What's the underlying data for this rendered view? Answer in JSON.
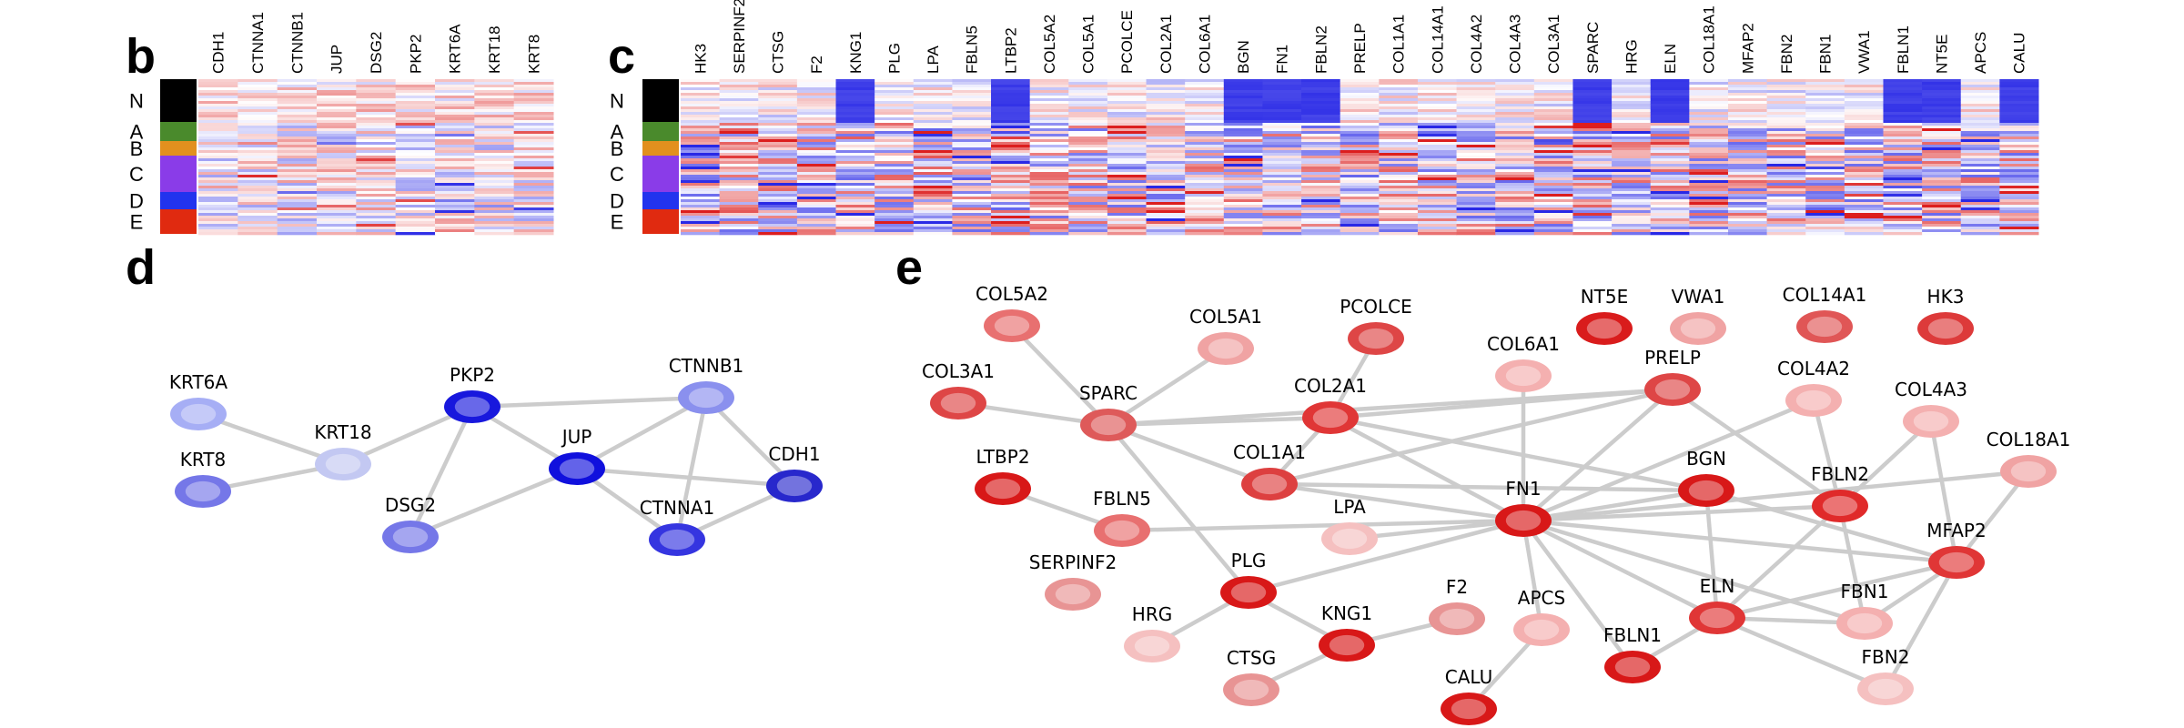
{
  "panels": {
    "b": "b",
    "c": "c",
    "d": "d",
    "e": "e"
  },
  "heatmap_b": {
    "columns": [
      "CDH1",
      "CTNNA1",
      "CTNNB1",
      "JUP",
      "DSG2",
      "PKP2",
      "KRT6A",
      "KRT18",
      "KRT8"
    ]
  },
  "heatmap_c": {
    "columns": [
      "HK3",
      "SERPINF2",
      "CTSG",
      "F2",
      "KNG1",
      "PLG",
      "LPA",
      "FBLN5",
      "LTBP2",
      "COL5A2",
      "COL5A1",
      "PCOLCE",
      "COL2A1",
      "COL6A1",
      "BGN",
      "FN1",
      "FBLN2",
      "PRELP",
      "COL1A1",
      "COL14A1",
      "COL4A2",
      "COL4A3",
      "COL3A1",
      "SPARC",
      "HRG",
      "ELN",
      "COL18A1",
      "MFAP2",
      "FBN2",
      "FBN1",
      "VWA1",
      "FBLN1",
      "NT5E",
      "APCS",
      "CALU"
    ]
  },
  "groups": [
    {
      "label": "N",
      "color": "#000000"
    },
    {
      "label": "A",
      "color": "#4a8a2c"
    },
    {
      "label": "B",
      "color": "#e2901e"
    },
    {
      "label": "C",
      "color": "#8a3ce8"
    },
    {
      "label": "D",
      "color": "#2233ee"
    },
    {
      "label": "E",
      "color": "#e02a10"
    }
  ],
  "network_d": {
    "nodes": [
      {
        "id": "KRT6A",
        "color": "#a6aef5"
      },
      {
        "id": "KRT8",
        "color": "#7577e8"
      },
      {
        "id": "KRT18",
        "color": "#c3c8f2"
      },
      {
        "id": "PKP2",
        "color": "#1818dd"
      },
      {
        "id": "DSG2",
        "color": "#7577e8"
      },
      {
        "id": "JUP",
        "color": "#1010dd"
      },
      {
        "id": "CTNNB1",
        "color": "#8a90ee"
      },
      {
        "id": "CDH1",
        "color": "#2828cc"
      },
      {
        "id": "CTNNA1",
        "color": "#3535e0"
      }
    ],
    "edges": [
      [
        "KRT6A",
        "KRT18"
      ],
      [
        "KRT8",
        "KRT18"
      ],
      [
        "KRT18",
        "PKP2"
      ],
      [
        "PKP2",
        "JUP"
      ],
      [
        "PKP2",
        "DSG2"
      ],
      [
        "PKP2",
        "CTNNB1"
      ],
      [
        "DSG2",
        "JUP"
      ],
      [
        "JUP",
        "CTNNB1"
      ],
      [
        "JUP",
        "CTNNA1"
      ],
      [
        "JUP",
        "CDH1"
      ],
      [
        "CTNNB1",
        "CDH1"
      ],
      [
        "CTNNB1",
        "CTNNA1"
      ],
      [
        "CDH1",
        "CTNNA1"
      ]
    ]
  },
  "network_e": {
    "nodes": [
      {
        "id": "COL5A2",
        "color": "#e87070"
      },
      {
        "id": "COL5A1",
        "color": "#f0a3a3"
      },
      {
        "id": "PCOLCE",
        "color": "#de4646"
      },
      {
        "id": "NT5E",
        "color": "#d91c1c"
      },
      {
        "id": "VWA1",
        "color": "#f0a3a3"
      },
      {
        "id": "COL14A1",
        "color": "#e05656"
      },
      {
        "id": "HK3",
        "color": "#dd3a3a"
      },
      {
        "id": "COL3A1",
        "color": "#de4646"
      },
      {
        "id": "COL6A1",
        "color": "#f4b0b0"
      },
      {
        "id": "SPARC",
        "color": "#de5a5a"
      },
      {
        "id": "PRELP",
        "color": "#de4646"
      },
      {
        "id": "COL4A2",
        "color": "#f4b0b0"
      },
      {
        "id": "COL2A1",
        "color": "#e03636"
      },
      {
        "id": "COL4A3",
        "color": "#f4b0b0"
      },
      {
        "id": "COL1A1",
        "color": "#dd4040"
      },
      {
        "id": "COL18A1",
        "color": "#f0a3a3"
      },
      {
        "id": "LTBP2",
        "color": "#d81818"
      },
      {
        "id": "BGN",
        "color": "#d81818"
      },
      {
        "id": "FBLN5",
        "color": "#e87070"
      },
      {
        "id": "LPA",
        "color": "#f5c0c0"
      },
      {
        "id": "FBLN2",
        "color": "#e02a2a"
      },
      {
        "id": "FN1",
        "color": "#d81818"
      },
      {
        "id": "MFAP2",
        "color": "#e03636"
      },
      {
        "id": "SERPINF2",
        "color": "#e89494"
      },
      {
        "id": "PLG",
        "color": "#d81818"
      },
      {
        "id": "ELN",
        "color": "#e03636"
      },
      {
        "id": "FBN1",
        "color": "#f4b0b0"
      },
      {
        "id": "APCS",
        "color": "#f4b0b0"
      },
      {
        "id": "HRG",
        "color": "#f5c0c0"
      },
      {
        "id": "KNG1",
        "color": "#d81818"
      },
      {
        "id": "F2",
        "color": "#e89494"
      },
      {
        "id": "FBLN1",
        "color": "#d81818"
      },
      {
        "id": "FBN2",
        "color": "#f5c0c0"
      },
      {
        "id": "CTSG",
        "color": "#e89494"
      },
      {
        "id": "CALU",
        "color": "#d81818"
      }
    ],
    "edges": [
      [
        "COL5A2",
        "SPARC"
      ],
      [
        "COL5A1",
        "SPARC"
      ],
      [
        "PCOLCE",
        "COL2A1"
      ],
      [
        "COL3A1",
        "SPARC"
      ],
      [
        "SPARC",
        "COL2A1"
      ],
      [
        "SPARC",
        "PRELP"
      ],
      [
        "SPARC",
        "COL1A1"
      ],
      [
        "SPARC",
        "PLG"
      ],
      [
        "COL2A1",
        "COL1A1"
      ],
      [
        "COL2A1",
        "FN1"
      ],
      [
        "COL2A1",
        "BGN"
      ],
      [
        "COL2A1",
        "PRELP"
      ],
      [
        "COL6A1",
        "FN1"
      ],
      [
        "COL1A1",
        "FN1"
      ],
      [
        "COL1A1",
        "BGN"
      ],
      [
        "COL1A1",
        "PRELP"
      ],
      [
        "PRELP",
        "FN1"
      ],
      [
        "PRELP",
        "FBLN2"
      ],
      [
        "COL4A2",
        "FN1"
      ],
      [
        "COL4A2",
        "FBLN2"
      ],
      [
        "COL4A3",
        "FBLN2"
      ],
      [
        "COL4A3",
        "MFAP2"
      ],
      [
        "COL18A1",
        "FN1"
      ],
      [
        "BGN",
        "FN1"
      ],
      [
        "BGN",
        "ELN"
      ],
      [
        "BGN",
        "MFAP2"
      ],
      [
        "LTBP2",
        "FBLN5"
      ],
      [
        "FBLN5",
        "FN1"
      ],
      [
        "LPA",
        "FN1"
      ],
      [
        "FN1",
        "FBLN2"
      ],
      [
        "FN1",
        "MFAP2"
      ],
      [
        "FN1",
        "ELN"
      ],
      [
        "FN1",
        "FBN1"
      ],
      [
        "FN1",
        "APCS"
      ],
      [
        "FN1",
        "FBLN1"
      ],
      [
        "FN1",
        "PLG"
      ],
      [
        "FBLN2",
        "FBN1"
      ],
      [
        "FBLN2",
        "ELN"
      ],
      [
        "MFAP2",
        "ELN"
      ],
      [
        "MFAP2",
        "FBN1"
      ],
      [
        "MFAP2",
        "FBN2"
      ],
      [
        "ELN",
        "FBN1"
      ],
      [
        "ELN",
        "FBN2"
      ],
      [
        "ELN",
        "FBLN1"
      ],
      [
        "COL18A1",
        "MFAP2"
      ],
      [
        "APCS",
        "CALU"
      ],
      [
        "PLG",
        "HRG"
      ],
      [
        "PLG",
        "KNG1"
      ],
      [
        "KNG1",
        "F2"
      ],
      [
        "KNG1",
        "CTSG"
      ]
    ]
  }
}
